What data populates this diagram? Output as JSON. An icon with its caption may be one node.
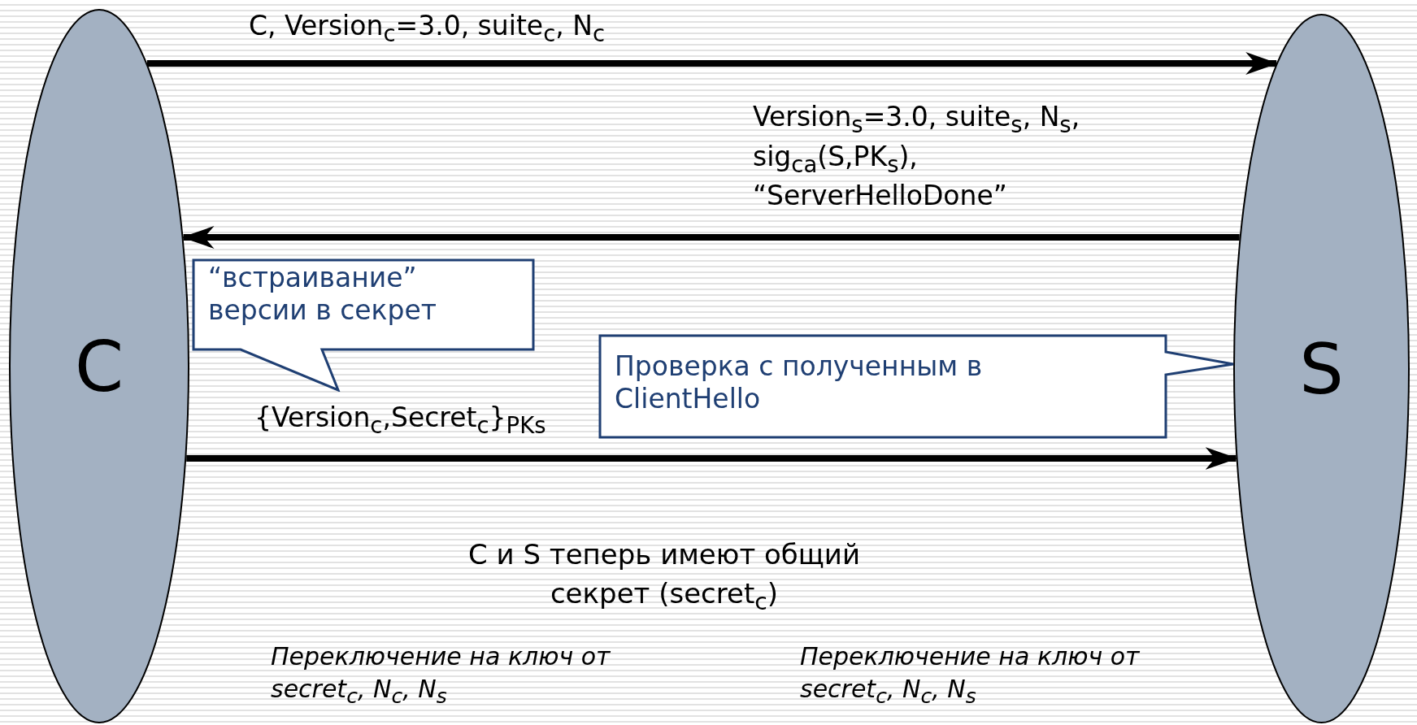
{
  "diagram": {
    "nodes": [
      {
        "text": [
          "C"
        ]
      },
      {
        "text": [
          "S"
        ]
      },
      {
        "text": [
          "“встраивание” версии в секрет"
        ]
      },
      {
        "text": [
          "Проверка с полученным в ClientHello"
        ]
      }
    ],
    "edges": [
      {
        "from": 0,
        "to": 1,
        "arrow": "to",
        "label": "C, Version$_{c}$=3.0, suite$_{c}$, N$_{c}$"
      },
      {
        "from": 1,
        "to": 0,
        "arrow": "to",
        "label": "Version$_{s}$=3.0, suite$_{s}$, N$_{s}$, sig$_{ca}$(S,PK$_{s}$), “ServerHelloDone”"
      },
      {
        "from": 0,
        "to": 1,
        "arrow": "to",
        "label": "{Version$_{c}$,Secret$_{c}$}$_{PKs}$"
      }
    ],
    "labels": [
      "C и S теперь имеют общий секрет (secret$_{c}$)",
      "Переключение на ключ от secret$_{c}$, N$_{c}$, N$_{s}$",
      "Переключение на ключ от secret$_{c}$, N$_{c}$, N$_{s}$"
    ]
  }
}
